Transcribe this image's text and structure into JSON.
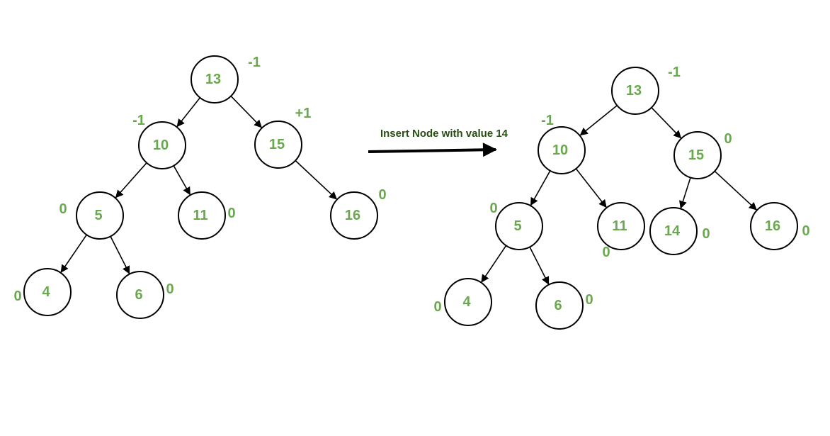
{
  "colors": {
    "node_text": "#6aa84f",
    "balance_text": "#6aa84f",
    "label_text": "#274e13",
    "stroke": "#000000"
  },
  "operation": {
    "label": "Insert Node with value 14"
  },
  "trees": [
    {
      "id": "before",
      "nodes": [
        {
          "id": "b13",
          "value": "13",
          "balance": "-1"
        },
        {
          "id": "b10",
          "value": "10",
          "balance": "-1"
        },
        {
          "id": "b15",
          "value": "15",
          "balance": "+1"
        },
        {
          "id": "b5",
          "value": "5",
          "balance": "0"
        },
        {
          "id": "b11",
          "value": "11",
          "balance": "0"
        },
        {
          "id": "b16",
          "value": "16",
          "balance": "0"
        },
        {
          "id": "b4",
          "value": "4",
          "balance": "0"
        },
        {
          "id": "b6",
          "value": "6",
          "balance": "0"
        }
      ],
      "edges": [
        [
          "b13",
          "b10"
        ],
        [
          "b13",
          "b15"
        ],
        [
          "b10",
          "b5"
        ],
        [
          "b10",
          "b11"
        ],
        [
          "b15",
          "b16"
        ],
        [
          "b5",
          "b4"
        ],
        [
          "b5",
          "b6"
        ]
      ]
    },
    {
      "id": "after",
      "nodes": [
        {
          "id": "a13",
          "value": "13",
          "balance": "-1"
        },
        {
          "id": "a10",
          "value": "10",
          "balance": "-1"
        },
        {
          "id": "a15",
          "value": "15",
          "balance": "0"
        },
        {
          "id": "a5",
          "value": "5",
          "balance": "0"
        },
        {
          "id": "a11",
          "value": "11",
          "balance": "0"
        },
        {
          "id": "a14",
          "value": "14",
          "balance": "0"
        },
        {
          "id": "a16",
          "value": "16",
          "balance": "0"
        },
        {
          "id": "a4",
          "value": "4",
          "balance": "0"
        },
        {
          "id": "a6",
          "value": "6",
          "balance": "0"
        }
      ],
      "edges": [
        [
          "a13",
          "a10"
        ],
        [
          "a13",
          "a15"
        ],
        [
          "a10",
          "a5"
        ],
        [
          "a10",
          "a11"
        ],
        [
          "a15",
          "a14"
        ],
        [
          "a15",
          "a16"
        ],
        [
          "a5",
          "a4"
        ],
        [
          "a5",
          "a6"
        ]
      ]
    }
  ]
}
